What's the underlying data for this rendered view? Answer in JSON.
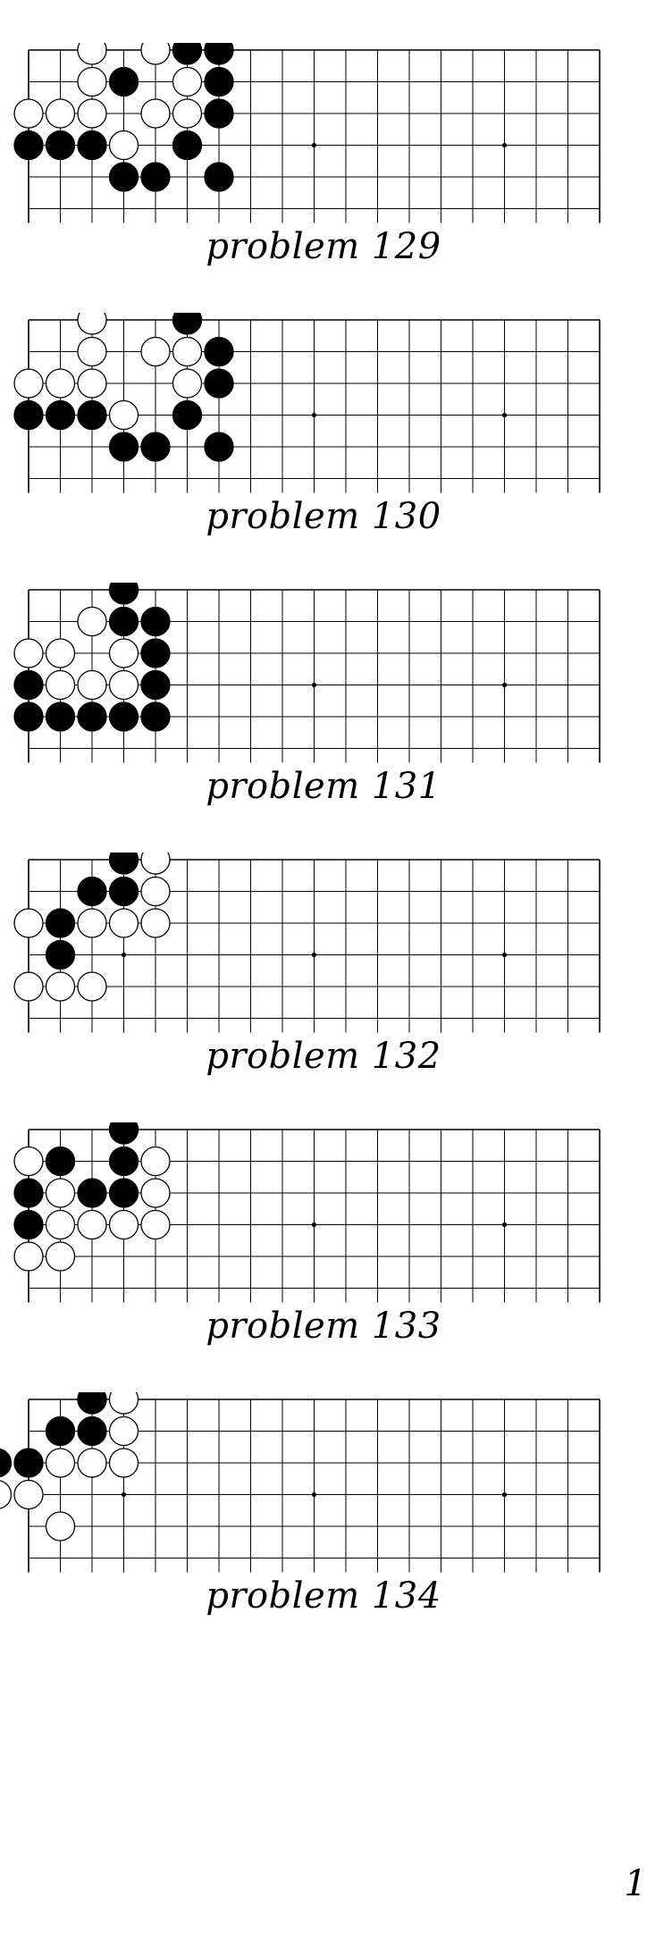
{
  "problems": [
    {
      "caption": "problem 129",
      "white": [
        [
          2,
          0
        ],
        [
          4,
          0
        ],
        [
          2,
          1
        ],
        [
          5,
          1
        ],
        [
          0,
          2
        ],
        [
          1,
          2
        ],
        [
          2,
          2
        ],
        [
          4,
          2
        ],
        [
          5,
          2
        ],
        [
          3,
          3
        ]
      ],
      "black": [
        [
          5,
          0
        ],
        [
          6,
          0
        ],
        [
          3,
          1
        ],
        [
          6,
          1
        ],
        [
          6,
          2
        ],
        [
          0,
          3
        ],
        [
          1,
          3
        ],
        [
          2,
          3
        ],
        [
          5,
          3
        ],
        [
          3,
          4
        ],
        [
          4,
          4
        ],
        [
          6,
          4
        ]
      ]
    },
    {
      "caption": "problem 130",
      "white": [
        [
          2,
          0
        ],
        [
          2,
          1
        ],
        [
          4,
          1
        ],
        [
          5,
          1
        ],
        [
          0,
          2
        ],
        [
          1,
          2
        ],
        [
          2,
          2
        ],
        [
          5,
          2
        ],
        [
          3,
          3
        ]
      ],
      "black": [
        [
          5,
          0
        ],
        [
          6,
          1
        ],
        [
          6,
          2
        ],
        [
          0,
          3
        ],
        [
          1,
          3
        ],
        [
          2,
          3
        ],
        [
          5,
          3
        ],
        [
          3,
          4
        ],
        [
          4,
          4
        ],
        [
          6,
          4
        ]
      ]
    },
    {
      "caption": "problem 131",
      "white": [
        [
          2,
          1
        ],
        [
          0,
          2
        ],
        [
          1,
          2
        ],
        [
          3,
          2
        ],
        [
          1,
          3
        ],
        [
          2,
          3
        ],
        [
          3,
          3
        ]
      ],
      "black": [
        [
          3,
          0
        ],
        [
          3,
          1
        ],
        [
          4,
          1
        ],
        [
          4,
          2
        ],
        [
          0,
          3
        ],
        [
          4,
          3
        ],
        [
          0,
          4
        ],
        [
          1,
          4
        ],
        [
          2,
          4
        ],
        [
          3,
          4
        ],
        [
          4,
          4
        ]
      ]
    },
    {
      "caption": "problem 132",
      "white": [
        [
          4,
          0
        ],
        [
          4,
          1
        ],
        [
          0,
          2
        ],
        [
          2,
          2
        ],
        [
          3,
          2
        ],
        [
          4,
          2
        ],
        [
          0,
          4
        ],
        [
          1,
          4
        ],
        [
          2,
          4
        ]
      ],
      "black": [
        [
          3,
          0
        ],
        [
          2,
          1
        ],
        [
          3,
          1
        ],
        [
          1,
          2
        ],
        [
          1,
          3
        ]
      ]
    },
    {
      "caption": "problem 133",
      "white": [
        [
          0,
          1
        ],
        [
          4,
          1
        ],
        [
          1,
          2
        ],
        [
          4,
          2
        ],
        [
          1,
          3
        ],
        [
          2,
          3
        ],
        [
          3,
          3
        ],
        [
          4,
          3
        ],
        [
          0,
          4
        ],
        [
          1,
          4
        ]
      ],
      "black": [
        [
          3,
          0
        ],
        [
          1,
          1
        ],
        [
          3,
          1
        ],
        [
          0,
          2
        ],
        [
          2,
          2
        ],
        [
          3,
          2
        ],
        [
          0,
          3
        ]
      ]
    },
    {
      "caption": "problem 134",
      "white": [
        [
          3,
          0
        ],
        [
          3,
          1
        ],
        [
          1,
          2
        ],
        [
          2,
          2
        ],
        [
          3,
          2
        ],
        [
          -1,
          3
        ],
        [
          0,
          3
        ],
        [
          1,
          4
        ]
      ],
      "black": [
        [
          2,
          0
        ],
        [
          1,
          1
        ],
        [
          2,
          1
        ],
        [
          -1,
          2
        ],
        [
          0,
          2
        ]
      ]
    }
  ],
  "page_number": "1"
}
